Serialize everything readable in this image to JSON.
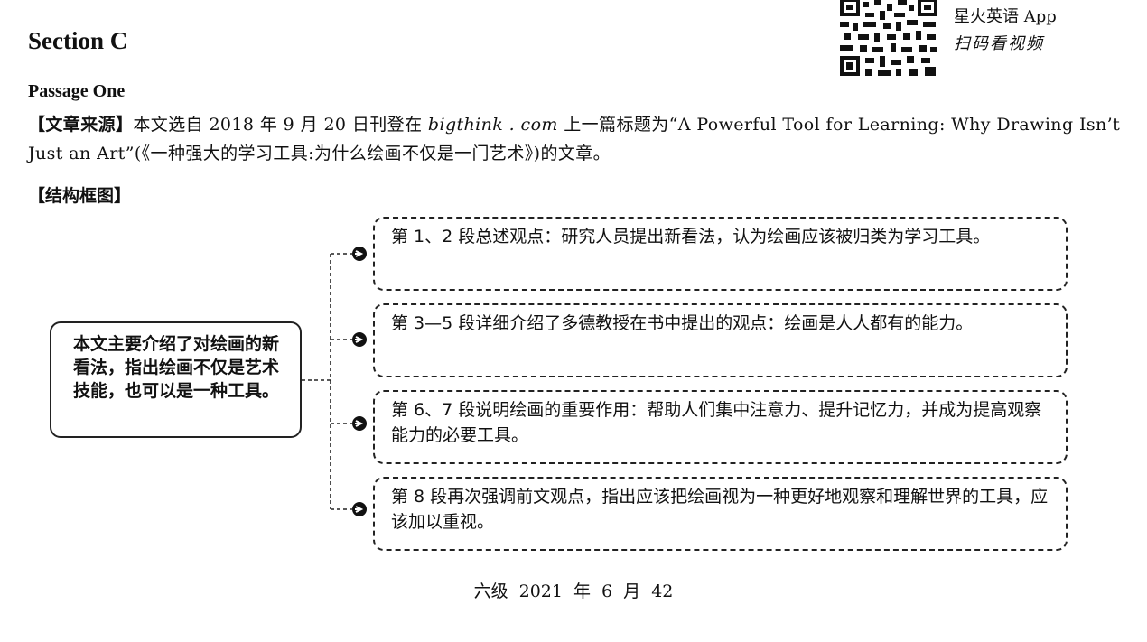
{
  "header": {
    "section_title": "Section C",
    "app_name": "星火英语 App",
    "app_tagline": "扫码看视频"
  },
  "passage": {
    "title": "Passage One",
    "source_tag": "【文章来源】",
    "source_pre": "本文选自 2018 年 9 月 20 日刊登在 ",
    "source_site": "bigthink . com",
    "source_post": " 上一篇标题为“A Powerful Tool for Learning: Why Drawing Isn’t Just an Art”(《一种强大的学习工具:为什么绘画不仅是一门艺术》)的文章。"
  },
  "structure": {
    "heading": "【结构框图】",
    "main_idea": "本文主要介绍了对绘画的新看法，指出绘画不仅是艺术技能，也可以是一种工具。",
    "points": [
      "第 1、2 段总述观点：研究人员提出新看法，认为绘画应该被归类为学习工具。",
      "第 3—5 段详细介绍了多德教授在书中提出的观点：绘画是人人都有的能力。",
      "第 6、7 段说明绘画的重要作用：帮助人们集中注意力、提升记忆力，并成为提高观察能力的必要工具。",
      "第 8 段再次强调前文观点，指出应该把绘画视为一种更好地观察和理解世界的工具，应该加以重视。"
    ]
  },
  "footer": {
    "page_info": "六级 2021 年 6 月 42"
  }
}
